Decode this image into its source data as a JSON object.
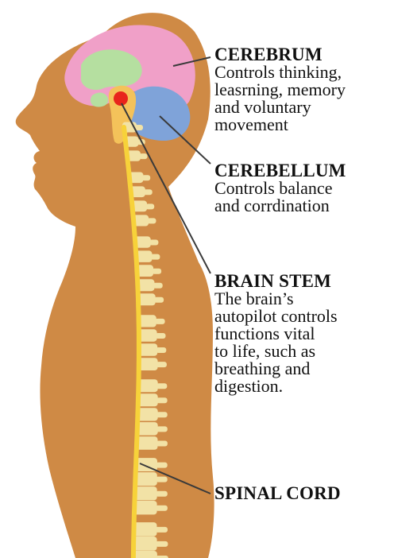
{
  "labels": {
    "cerebrum": {
      "title": "CEREBRUM",
      "desc": "Controls thinking,\nleasrning, memory\nand voluntary\nmovement"
    },
    "cerebellum": {
      "title": "CEREBELLUM",
      "desc": "Controls balance\nand corrdination"
    },
    "brain_stem": {
      "title": "BRAIN STEM",
      "desc": "The brain’s\nautopilot controls\nfunctions vital\nto life, such as\nbreathing and\ndigestion."
    },
    "spinal_cord": {
      "title": "SPINAL CORD"
    }
  },
  "colors": {
    "skin": "#cf8a45",
    "cerebrum": "#f0a0c8",
    "limbic": "#b5dfa0",
    "cerebellum": "#7fa3d9",
    "brain_stem": "#f4c25a",
    "stem_core": "#e8241c",
    "vertebra": "#f2e2a6",
    "spinal_cord": "#f7d23a",
    "leader": "#3a3a3a"
  }
}
